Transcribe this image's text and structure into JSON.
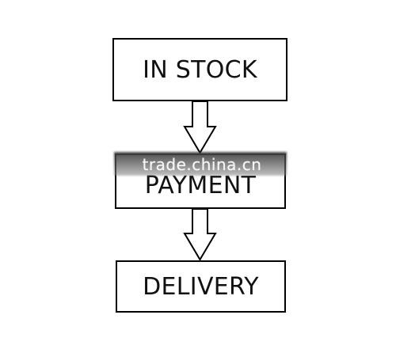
{
  "flow": {
    "steps": [
      {
        "label": "IN STOCK"
      },
      {
        "label": "PAYMENT"
      },
      {
        "label": "DELIVERY"
      }
    ]
  },
  "watermark": {
    "text": "trade.china.cn"
  },
  "colors": {
    "stroke": "#000000",
    "background": "#ffffff"
  }
}
